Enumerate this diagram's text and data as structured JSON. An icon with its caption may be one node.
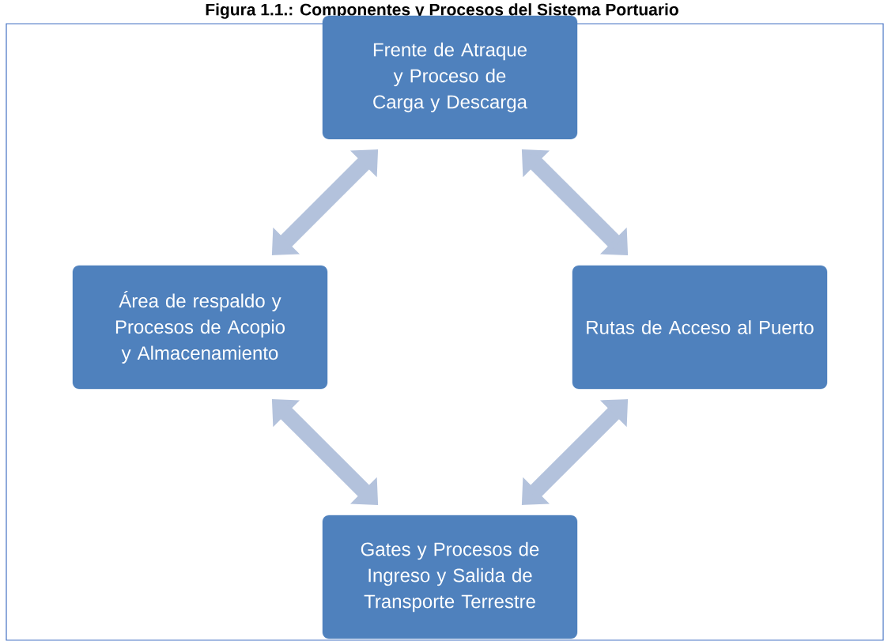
{
  "diagram": {
    "title": "Figura 1.1.: Componentes y Procesos del Sistema Portuario",
    "nodes": [
      {
        "text": [
          "Frente de Atraque y Proceso de Carga y Descarga"
        ]
      },
      {
        "text": [
          "Área de respaldo y Procesos de Acopio y Almacenamiento"
        ]
      },
      {
        "text": [
          "Rutas de Acceso al Puerto"
        ]
      },
      {
        "text": [
          "Gates y Procesos de Ingreso y Salida de Transporte Terrestre"
        ]
      }
    ],
    "edges": [
      {
        "from": 0,
        "to": 1,
        "arrow": "both"
      },
      {
        "from": 0,
        "to": 2,
        "arrow": "both"
      },
      {
        "from": 1,
        "to": 3,
        "arrow": "both"
      },
      {
        "from": 2,
        "to": 3,
        "arrow": "both"
      }
    ]
  }
}
